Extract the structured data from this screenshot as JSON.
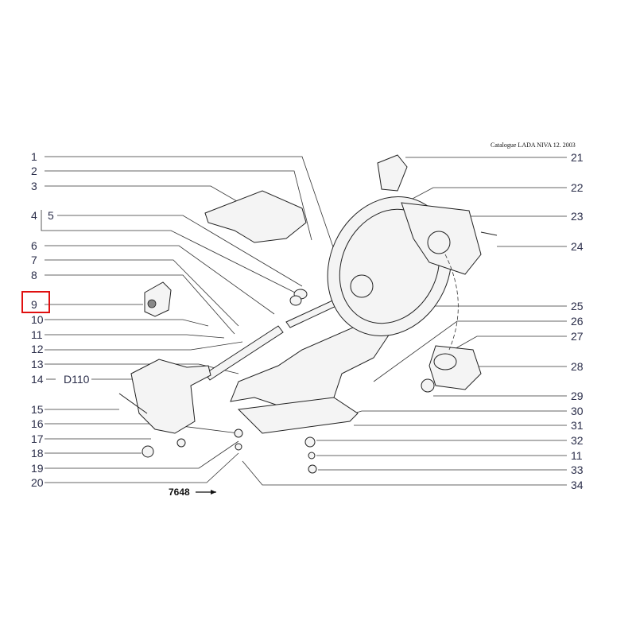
{
  "header": "Catalogue LADA NIVA 12. 2003",
  "figure_number": "7648",
  "highlighted_label": "9",
  "highlight_color": "#e01010",
  "left_labels": [
    "1",
    "2",
    "3",
    "4",
    "5",
    "6",
    "7",
    "8",
    "9",
    "10",
    "11",
    "12",
    "13",
    "14",
    "D110",
    "15",
    "16",
    "17",
    "18",
    "19",
    "20"
  ],
  "right_labels": [
    "21",
    "22",
    "23",
    "24",
    "25",
    "26",
    "27",
    "28",
    "29",
    "30",
    "31",
    "32",
    "11",
    "33",
    "34"
  ]
}
